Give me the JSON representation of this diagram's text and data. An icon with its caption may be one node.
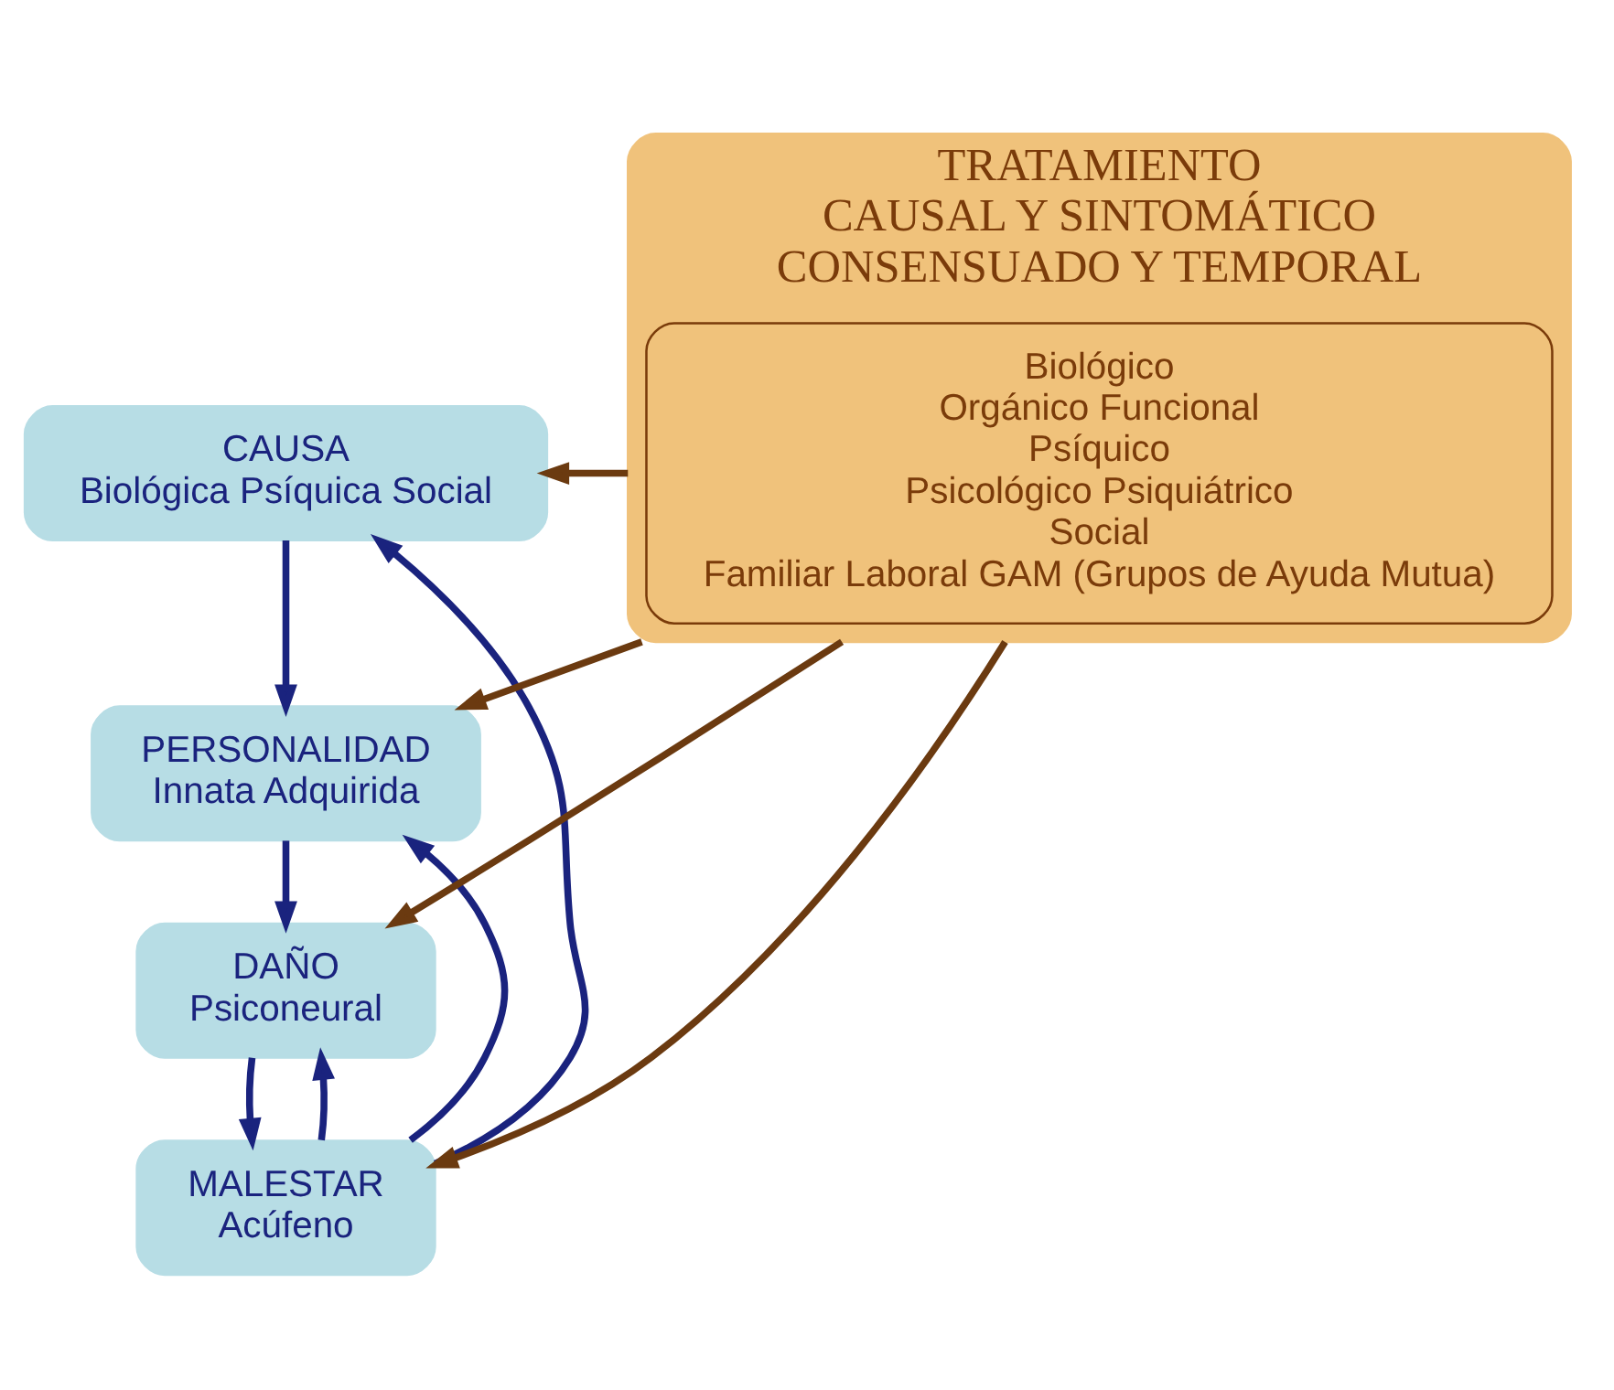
{
  "diagram": {
    "nodes": [
      {
        "text": [
          "CAUSA",
          "Biológica Psíquica Social"
        ]
      },
      {
        "text": [
          "PERSONALIDAD",
          "Innata Adquirida"
        ]
      },
      {
        "text": [
          "DAÑO",
          "Psiconeural"
        ]
      },
      {
        "text": [
          "MALESTAR",
          "Acúfeno"
        ]
      },
      {
        "text": [
          "TRATAMIENTO",
          "CAUSAL Y SINTOMÁTICO",
          "CONSENSUADO Y TEMPORAL"
        ]
      },
      {
        "text": [
          "Biológico",
          "Orgánico Funcional",
          "Psíquico",
          "Psicológico Psiquiátrico",
          "Social",
          "Familiar Laboral GAM (Grupos de Ayuda Mutua)"
        ],
        "in": 4
      }
    ],
    "edges": [
      {
        "from": 0,
        "to": 1,
        "arrow": "to"
      },
      {
        "from": 1,
        "to": 2,
        "arrow": "to"
      },
      {
        "from": 2,
        "to": 3,
        "arrow": "to"
      },
      {
        "from": 3,
        "to": 0,
        "arrow": "to"
      },
      {
        "from": 3,
        "to": 1,
        "arrow": "to"
      },
      {
        "from": 3,
        "to": 2,
        "arrow": "to"
      },
      {
        "from": 4,
        "to": 0,
        "arrow": "to",
        "color": "#6b3a10"
      },
      {
        "from": 4,
        "to": 1,
        "arrow": "to",
        "color": "#6b3a10"
      },
      {
        "from": 4,
        "to": 2,
        "arrow": "to",
        "color": "#6b3a10"
      },
      {
        "from": 4,
        "to": 3,
        "arrow": "to",
        "color": "#6b3a10"
      }
    ]
  }
}
